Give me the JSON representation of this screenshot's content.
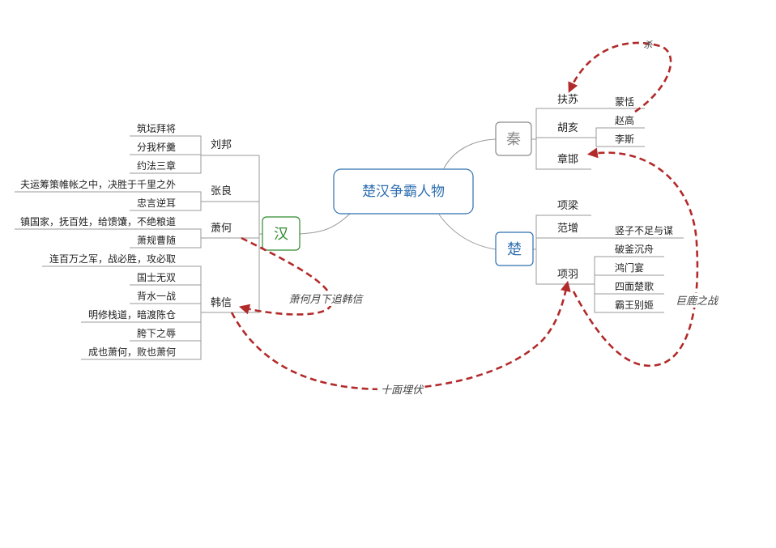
{
  "center": {
    "label": "楚汉争霸人物",
    "color": "#2f6fb0"
  },
  "groups": {
    "han": {
      "label": "汉",
      "color": "#2e8b2e"
    },
    "qin": {
      "label": "秦",
      "color": "#8a8a8a"
    },
    "chu": {
      "label": "楚",
      "color": "#2f6fb0"
    }
  },
  "han": {
    "liubang": {
      "name": "刘邦",
      "items": [
        "筑坛拜将",
        "分我杯羹",
        "约法三章"
      ]
    },
    "zhangliang": {
      "name": "张良",
      "items": [
        "夫运筹策帷帐之中，决胜于千里之外",
        "忠言逆耳"
      ]
    },
    "xiaohe": {
      "name": "萧何",
      "items": [
        "镇国家，抚百姓，给馈馕，不绝粮道",
        "萧规曹随"
      ]
    },
    "hanxin": {
      "name": "韩信",
      "items": [
        "连百万之军，战必胜，攻必取",
        "国士无双",
        "背水一战",
        "明修栈道，暗渡陈仓",
        "胯下之辱",
        "成也萧何，败也萧何"
      ]
    }
  },
  "qin": {
    "fusu": {
      "name": "扶苏",
      "item": "蒙恬"
    },
    "huhai": {
      "name": "胡亥",
      "items": [
        "赵高",
        "李斯"
      ]
    },
    "zhanghan": {
      "name": "章邯"
    }
  },
  "chu": {
    "xiangliang": {
      "name": "项梁"
    },
    "fanzeng": {
      "name": "范增",
      "item": "竖子不足与谋"
    },
    "xiangyu": {
      "name": "项羽",
      "items": [
        "破釜沉舟",
        "鸿门宴",
        "四面楚歌",
        "霸王别姬"
      ]
    }
  },
  "relations": {
    "kill": "杀",
    "xiaohe_chase": "萧何月下追韩信",
    "julu": "巨鹿之战",
    "ambush": "十面埋伏",
    "color": "#b22a2a"
  }
}
